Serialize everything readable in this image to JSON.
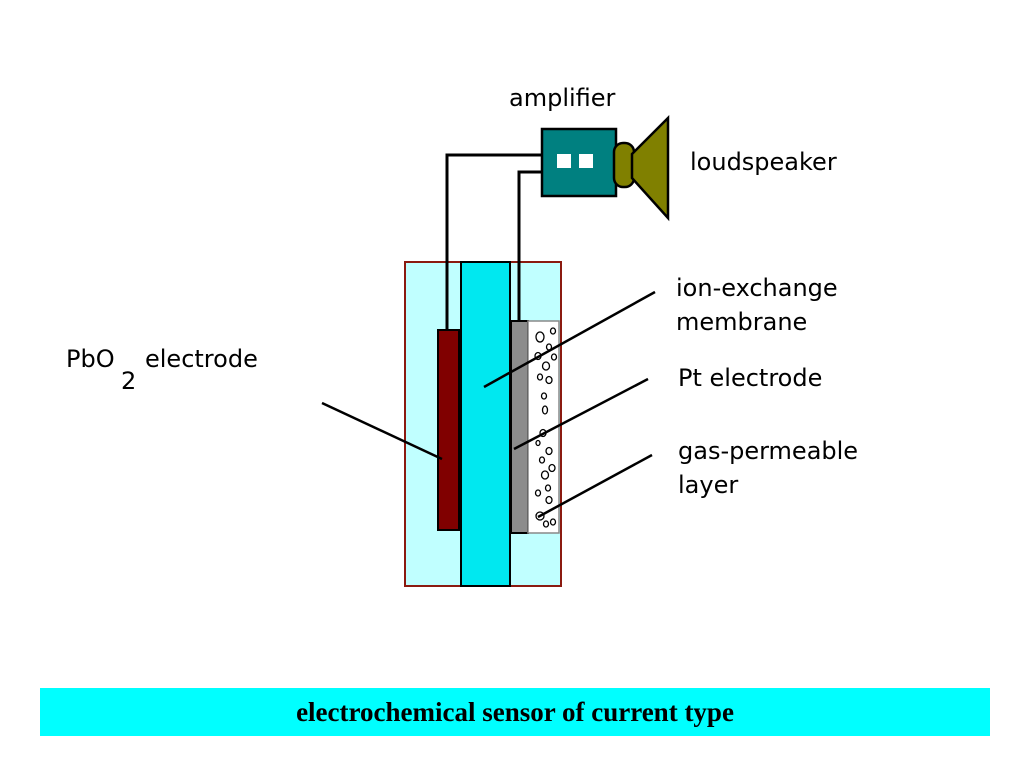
{
  "labels": {
    "amplifier": "amplifier",
    "loudspeaker": "loudspeaker",
    "membrane_line1": "ion-exchange",
    "membrane_line2": "membrane",
    "pbo2_prefix": "PbO",
    "pbo2_subscript": "2",
    "pbo2_suffix": "electrode",
    "pt_electrode": "Pt electrode",
    "gas_layer_line1": "gas-permeable",
    "gas_layer_line2": "layer"
  },
  "caption": "electrochemical sensor of current type",
  "colors": {
    "housing_fill": "#c0ffff",
    "housing_border": "#8b1a10",
    "membrane": "#00e8f0",
    "pbo2_electrode": "#800000",
    "pt_electrode": "#8c8c8c",
    "gas_layer": "#ffffff",
    "amplifier": "#008080",
    "loudspeaker": "#808000",
    "caption_bar": "#00ffff"
  }
}
